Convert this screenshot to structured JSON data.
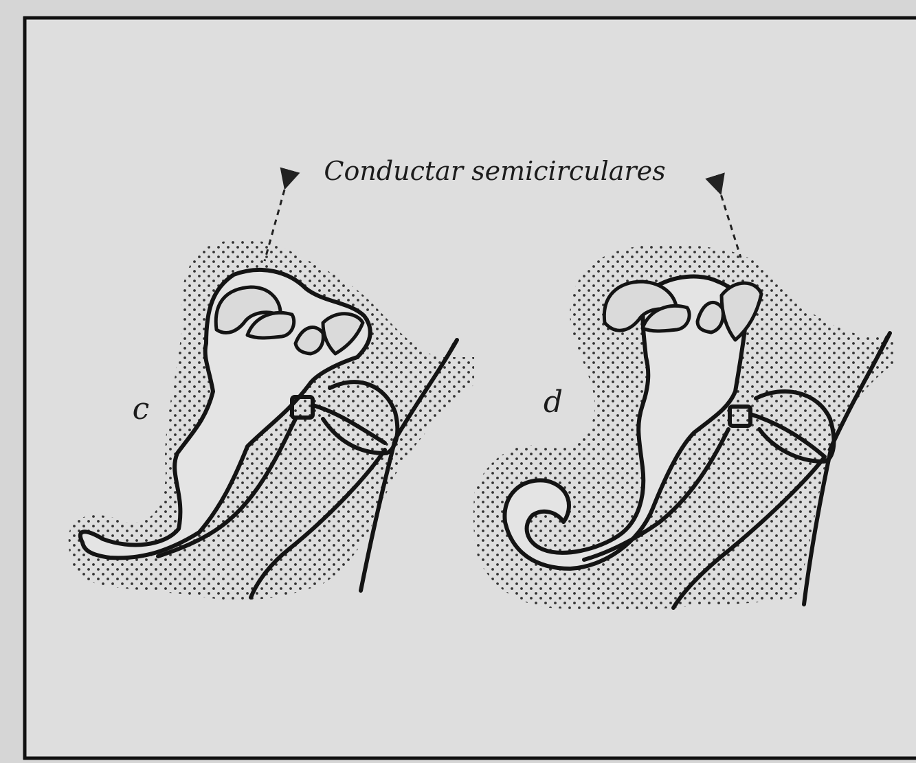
{
  "figure": {
    "callout_label": "Conductar semicirculares",
    "panels": [
      {
        "letter": "c"
      },
      {
        "letter": "d"
      }
    ]
  }
}
